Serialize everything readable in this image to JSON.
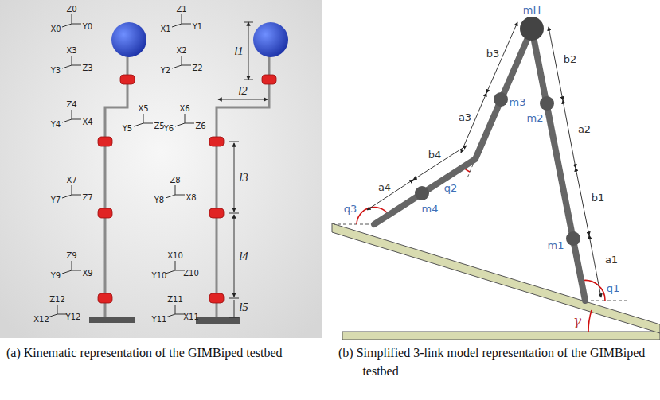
{
  "diagram": {
    "labels": [
      "Z0",
      "X0",
      "Y0",
      "Z1",
      "X1",
      "Y1",
      "X3",
      "Y3",
      "Z3",
      "X2",
      "Y2",
      "Z2",
      "Z4",
      "Y4",
      "X4",
      "X5",
      "Y5",
      "Z5",
      "X6",
      "Y6",
      "Z6",
      "X7",
      "Y7",
      "Z7",
      "Z8",
      "Y8",
      "X8",
      "Z9",
      "Y9",
      "X9",
      "X10",
      "Y10",
      "Z10",
      "Z12",
      "X12",
      "Y12",
      "Z11",
      "Y11",
      "X11",
      "l1",
      "l2",
      "l3",
      "l4",
      "l5",
      "mH",
      "b3",
      "b2",
      "m3",
      "m2",
      "a3",
      "a2",
      "q2",
      "b4",
      "b1",
      "a4",
      "m4",
      "q3",
      "m1",
      "a1",
      "q1",
      "γ",
      "(a) Kinematic representation of the GIMBiped testbed",
      "(b) Simplified 3-link model representation of the GIMBiped testbed"
    ]
  }
}
